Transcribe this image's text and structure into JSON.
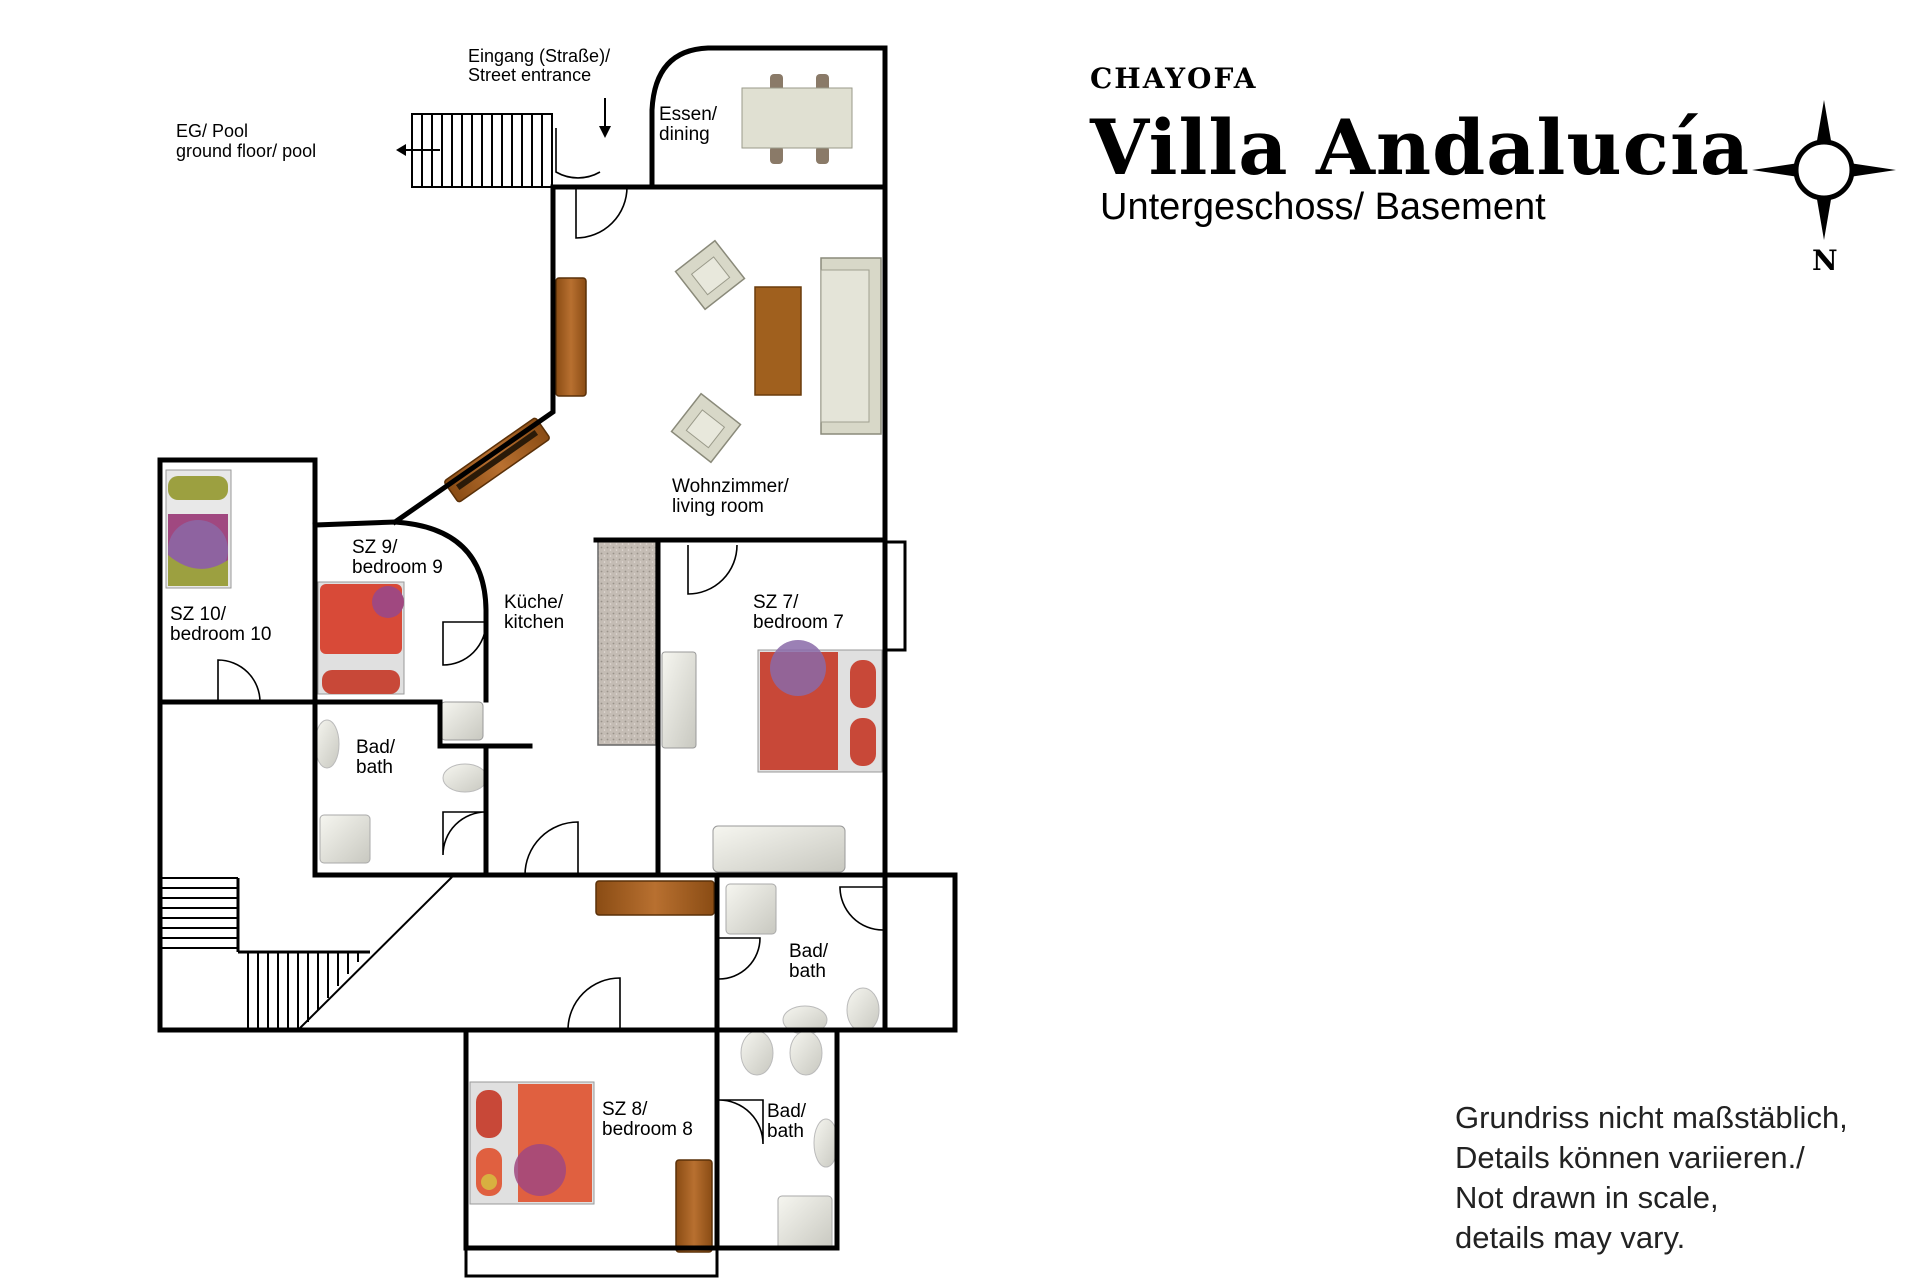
{
  "header": {
    "brand": "CHAYOFA",
    "title": "Villa Andalucía",
    "subtitle": "Untergeschoss/ Basement"
  },
  "compass": {
    "label": "N"
  },
  "rooms": {
    "entrance": [
      "Eingang (Straße)/",
      "Street entrance"
    ],
    "pool": [
      "EG/ Pool",
      "ground floor/ pool"
    ],
    "dining": [
      "Essen/",
      "dining"
    ],
    "living": [
      "Wohnzimmer/",
      "living room"
    ],
    "bedroom9": [
      "SZ 9/",
      "bedroom 9"
    ],
    "bedroom10": [
      "SZ 10/",
      "bedroom 10"
    ],
    "kitchen": [
      "Küche/",
      "kitchen"
    ],
    "bedroom7": [
      "SZ 7/",
      "bedroom 7"
    ],
    "bath_left": [
      "Bad/",
      "bath"
    ],
    "bath_right": [
      "Bad/",
      "bath"
    ],
    "bedroom8": [
      "SZ 8/",
      "bedroom 8"
    ],
    "bath_bottom": [
      "Bad/",
      "bath"
    ]
  },
  "note": [
    "Grundriss nicht maßstäblich,",
    "Details können variieren./",
    "Not drawn in scale,",
    "details may vary."
  ],
  "colors": {
    "wood": "#a0601e",
    "sofa": "#d8d8c8",
    "bed_red": "#c84838",
    "bed_orange": "#e06040",
    "bed_purple": "#a04880",
    "bed_olive": "#9ca040",
    "counter": "#bcb4ac"
  }
}
